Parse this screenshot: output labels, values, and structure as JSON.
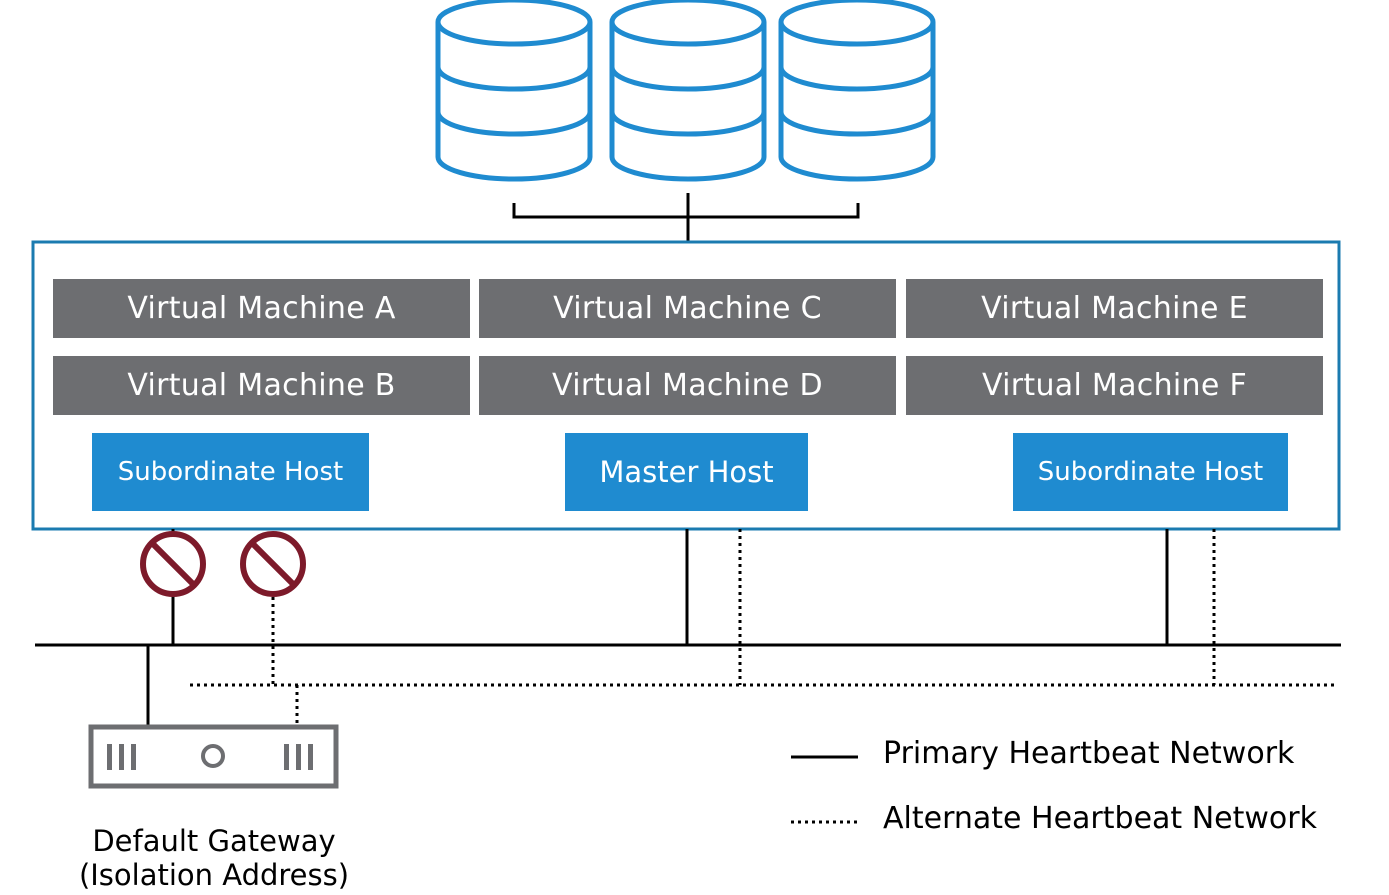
{
  "colors": {
    "storage_stroke": "#1f8bd0",
    "cluster_border": "#1b7bb0",
    "vm_fill": "#6d6e71",
    "host_fill": "#1f8bd0",
    "blocked_icon": "#7d1a2a",
    "line": "#000000",
    "gateway_stroke": "#6d6e71"
  },
  "storage": {
    "icon": "database-icon",
    "count": 3
  },
  "cluster": {
    "virtual_machines": [
      "Virtual Machine A",
      "Virtual Machine B",
      "Virtual Machine C",
      "Virtual Machine D",
      "Virtual Machine E",
      "Virtual Machine F"
    ],
    "hosts": {
      "left": "Subordinate Host",
      "center": "Master Host",
      "right": "Subordinate Host"
    }
  },
  "blocked_icons": [
    "no-entry-icon",
    "no-entry-icon"
  ],
  "gateway": {
    "icon": "router-icon",
    "label_line1": "Default Gateway",
    "label_line2": "(Isolation Address)"
  },
  "legend": {
    "primary": "Primary Heartbeat Network",
    "alternate": "Alternate Heartbeat Network"
  }
}
